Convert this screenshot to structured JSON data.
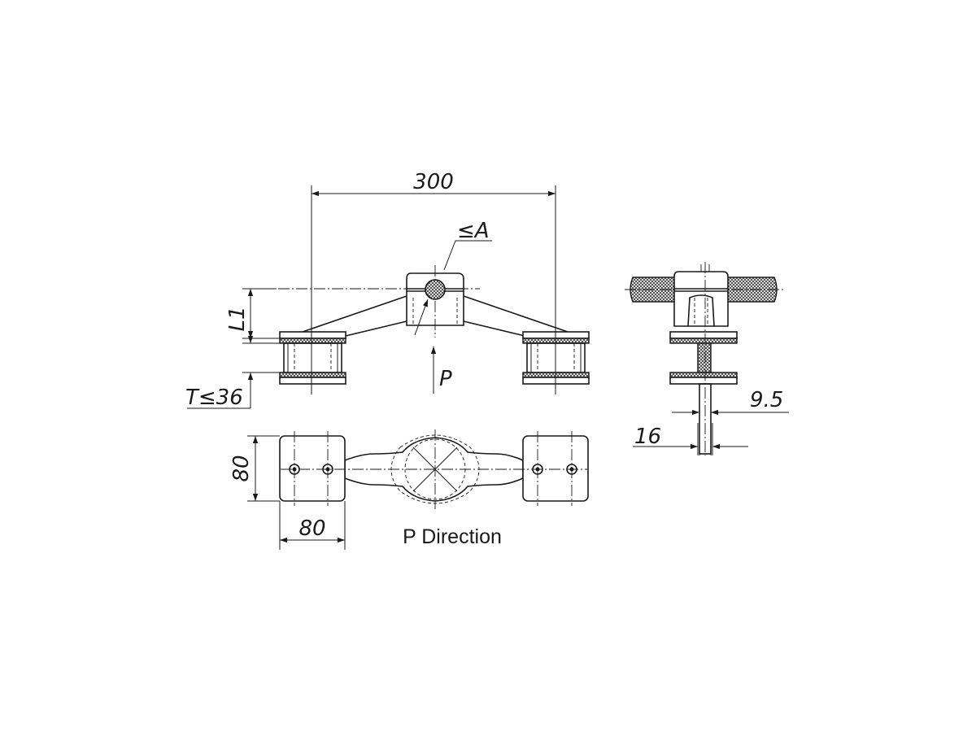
{
  "dimensions": {
    "span": "300",
    "bolt_diameter": "≤A",
    "arm_offset": "L1",
    "glass_thickness": "T≤36",
    "force_label": "P",
    "pad_height": "80",
    "pad_width": "80",
    "fitting_gap": "9.5",
    "fitting_width": "16"
  },
  "caption": "P Direction",
  "colors": {
    "line": "#1a1a1a",
    "background": "#ffffff",
    "hatch": "#333333"
  }
}
